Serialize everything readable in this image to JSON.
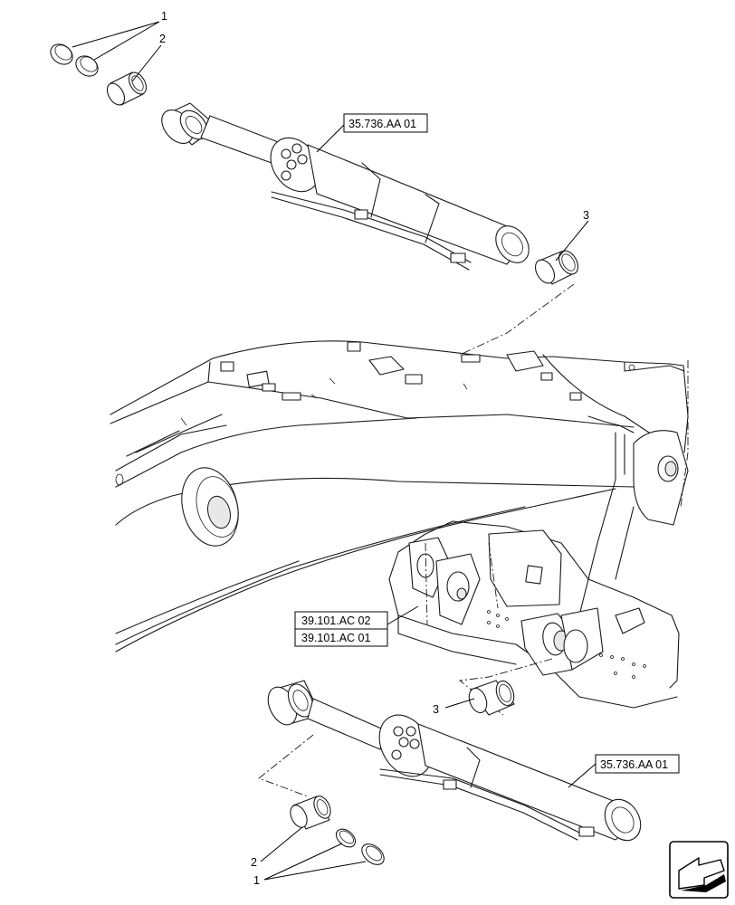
{
  "callouts": {
    "item_1_top": "1",
    "item_2_top": "2",
    "item_3_top": "3",
    "item_3_bottom": "3",
    "item_2_bottom": "2",
    "item_1_bottom": "1"
  },
  "references": {
    "cylinder_top": "35.736.AA 01",
    "boom_ref_a": "39.101.AC 02",
    "boom_ref_b": "39.101.AC 01",
    "cylinder_bottom": "35.736.AA 01"
  },
  "icons": {
    "navigation": "arrow-navigation-icon"
  }
}
